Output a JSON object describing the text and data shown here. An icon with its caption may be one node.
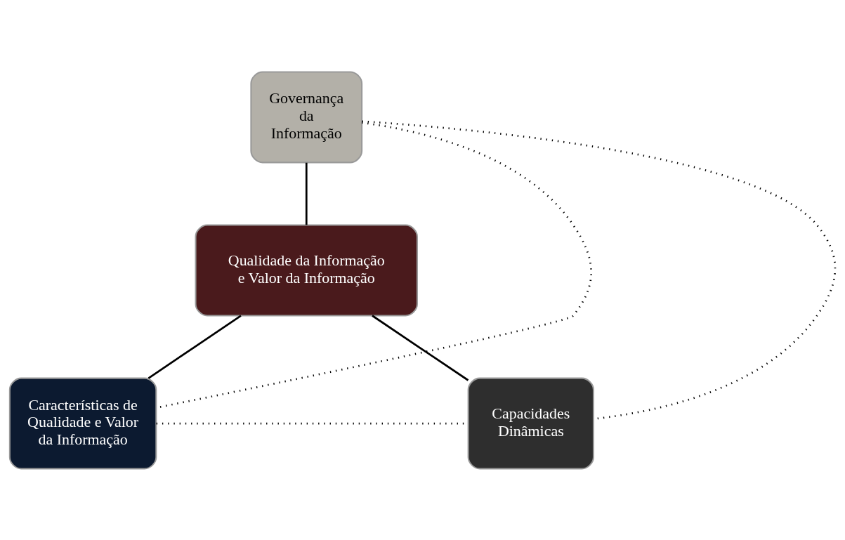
{
  "diagram": {
    "nodes": [
      {
        "text": [
          "Governança da Informação"
        ]
      },
      {
        "text": [
          "Qualidade da Informação e Valor da Informação"
        ]
      },
      {
        "text": [
          "Características de Qualidade e Valor da Informação"
        ]
      },
      {
        "text": [
          "Capacidades Dinâmicas"
        ]
      }
    ],
    "edges": [
      {
        "from": 0,
        "to": 1,
        "arrow": "none"
      },
      {
        "from": 0,
        "to": 2,
        "arrow": "none",
        "style": "dashed"
      },
      {
        "from": 0,
        "to": 3,
        "arrow": "none",
        "style": "dashed"
      },
      {
        "from": 1,
        "to": 2,
        "arrow": "none"
      },
      {
        "from": 1,
        "to": 3,
        "arrow": "none"
      },
      {
        "from": 2,
        "to": 3,
        "arrow": "none",
        "style": "dashed"
      }
    ]
  }
}
